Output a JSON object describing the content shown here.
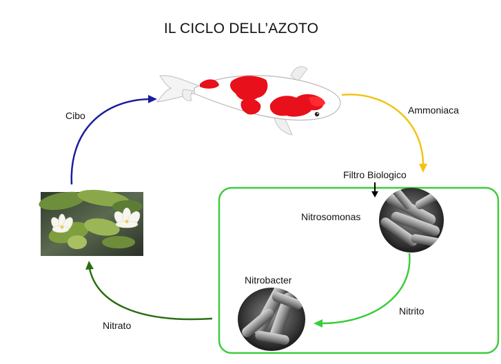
{
  "title": "IL CICLO DELL’AZOTO",
  "labels": {
    "cibo": "Cibo",
    "ammoniaca": "Ammoniaca",
    "filtro_biologico": "Filtro Biologico",
    "nitrosomonas": "Nitrosomonas",
    "nitrobacter": "Nitrobacter",
    "nitrito": "Nitrito",
    "nitrato": "Nitrato"
  },
  "colors": {
    "cibo_arrow": "#1b1e9a",
    "ammoniaca_arrow": "#f2c313",
    "filter_box": "#3ccc3c",
    "nitrito_arrow": "#3ccc3c",
    "nitrato_arrow": "#2a6e12",
    "filtro_arrow": "#000000",
    "koi_red": "#e8101a"
  },
  "icons": {
    "fish": "koi-fish",
    "plants": "water-lilies",
    "bacteria_1": "nitrosomonas-bacteria",
    "bacteria_2": "nitrobacter-bacteria"
  }
}
